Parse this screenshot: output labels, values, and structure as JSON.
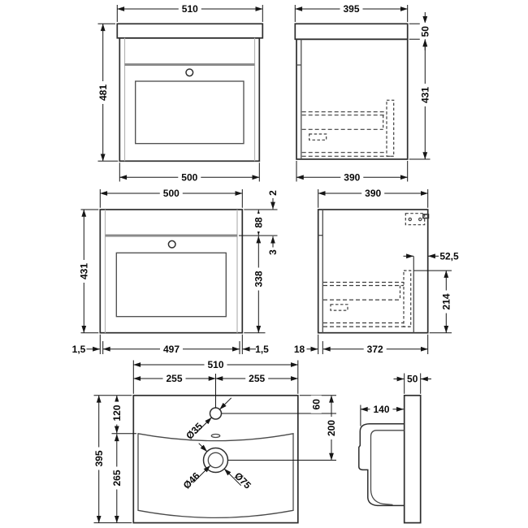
{
  "drawing": {
    "colors": {
      "line": "#2e2e2e",
      "dimension": "#161616",
      "background": "#ffffff"
    },
    "views": {
      "front_with_worktop": {
        "dims": {
          "worktop_width": "510",
          "overall_height": "481",
          "cabinet_width": "500"
        }
      },
      "side_with_worktop": {
        "dims": {
          "worktop_depth": "395",
          "worktop_height": "50",
          "cabinet_height": "431",
          "cabinet_depth": "390"
        }
      },
      "cabinet_front": {
        "dims": {
          "cabinet_width": "500",
          "cabinet_height": "431",
          "top_gap": "2",
          "drawer_front_height": "88",
          "middle_gap": "3",
          "door_height": "338",
          "left_side_panel": "1,5",
          "internal_width": "497",
          "right_side_panel": "1,5"
        }
      },
      "cabinet_side": {
        "dims": {
          "cabinet_depth": "390",
          "bracket_back_offset": "52,5",
          "bracket_height": "214",
          "front_panel_depth": "18",
          "internal_depth": "372"
        }
      },
      "basin_plan": {
        "dims": {
          "basin_width": "510",
          "centre_to_left": "255",
          "centre_to_right": "255",
          "basin_depth": "395",
          "front_to_bowl": "120",
          "bowl_length": "265",
          "tap_hole_offset": "60",
          "waste_offset": "200",
          "tap_hole_diameter": "Ø35",
          "waste_inner_diameter": "Ø46",
          "waste_outer_diameter": "Ø75"
        }
      },
      "basin_profile": {
        "dims": {
          "back_ledge_width": "50",
          "bowl_projection": "140"
        }
      }
    }
  }
}
